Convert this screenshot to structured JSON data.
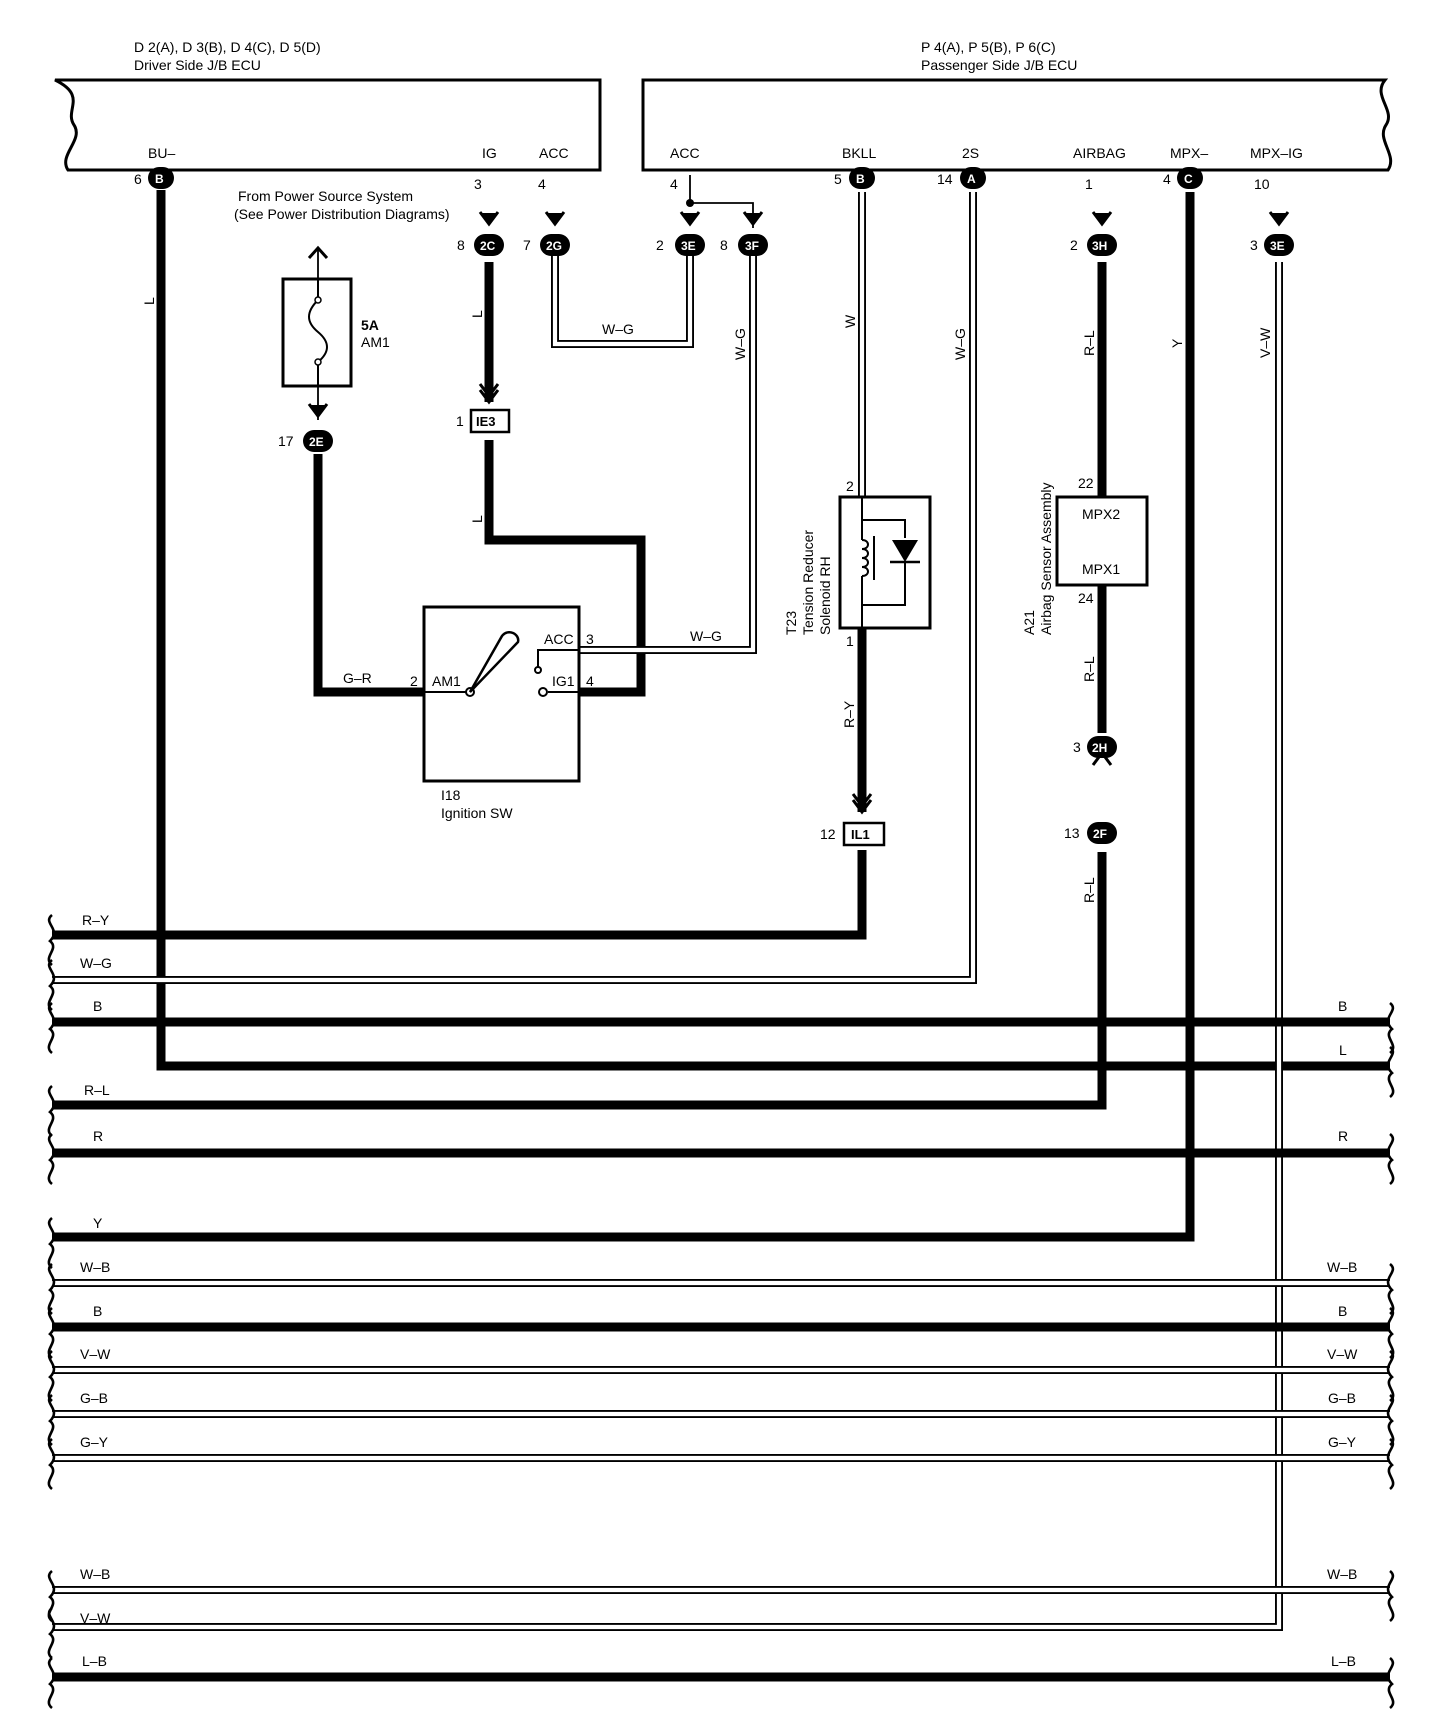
{
  "ecu_left": {
    "codes": "D 2(A), D 3(B), D 4(C), D 5(D)",
    "name": "Driver Side J/B ECU",
    "terminals": [
      "BU–",
      "IG",
      "ACC"
    ]
  },
  "ecu_right": {
    "codes": "P 4(A), P 5(B), P 6(C)",
    "name": "Passenger Side J/B ECU",
    "terminals": [
      "ACC",
      "BKLL",
      "2S",
      "AIRBAG",
      "MPX–",
      "MPX–IG"
    ]
  },
  "power_source": {
    "line1": "From Power Source System",
    "line2": "(See Power Distribution Diagrams)"
  },
  "fuse": {
    "rating": "5A",
    "name": "AM1"
  },
  "ignition_switch": {
    "code": "I18",
    "name": "Ignition SW",
    "terminals": [
      "AM1",
      "IG1",
      "ACC"
    ]
  },
  "solenoid": {
    "code": "T23",
    "line1": "Tension Reducer",
    "line2": "Solenoid RH"
  },
  "airbag_sensor": {
    "code": "A21",
    "name": "Airbag Sensor Assembly",
    "terminals": [
      "MPX2",
      "MPX1"
    ]
  },
  "connectors": {
    "bu_b": "B",
    "ig_2c": "2C",
    "acc_2g": "2G",
    "acc_3e": "3E",
    "acc_3f": "3F",
    "bkll_b": "B",
    "s2_a": "A",
    "airbag_3h": "3H",
    "mpx_c": "C",
    "mpxig_3e": "3E",
    "fuse_2e": "2E",
    "ie3": "IE3",
    "il1": "IL1",
    "j2h": "2H",
    "j2f": "2F"
  },
  "pins": {
    "bu": "6",
    "ig": "3",
    "ig2c": "8",
    "acc": "4",
    "acc2g": "7",
    "racc": "4",
    "acc3e": "2",
    "acc3f": "8",
    "bkll": "5",
    "s2": "14",
    "airbag": "1",
    "airbag3h": "2",
    "mpx": "4",
    "mpxig": "10",
    "mpxig3e": "3",
    "fuse2e": "17",
    "ie3": "1",
    "sw_am1": "2",
    "sw_acc": "3",
    "sw_ig1": "4",
    "sol_top": "2",
    "sol_bot": "1",
    "il1": "12",
    "ab22": "22",
    "ab24": "24",
    "j2h": "3",
    "j2f": "13"
  },
  "wire_labels": {
    "bu": "L",
    "ig_upper": "L",
    "ig_lower": "L",
    "acc_h": "W–G",
    "acc3f_v": "W–G",
    "sw_acc_h": "W–G",
    "sw_am1": "G–R",
    "bkll": "W",
    "s2": "W–G",
    "airbag": "R–L",
    "ab_lower": "R–L",
    "ab_bottom": "R–L",
    "mpx": "Y",
    "mpxig": "V–W",
    "sol_bot": "R–Y"
  },
  "bus": [
    {
      "left": "R–Y",
      "right": ""
    },
    {
      "left": "W–G",
      "right": ""
    },
    {
      "left": "B",
      "right": "B"
    },
    {
      "left": "",
      "right": "L"
    },
    {
      "left": "R–L",
      "right": ""
    },
    {
      "left": "R",
      "right": "R"
    },
    {
      "left": "Y",
      "right": ""
    },
    {
      "left": "W–B",
      "right": "W–B"
    },
    {
      "left": "B",
      "right": "B"
    },
    {
      "left": "V–W",
      "right": "V–W"
    },
    {
      "left": "G–B",
      "right": "G–B"
    },
    {
      "left": "G–Y",
      "right": "G–Y"
    },
    {
      "left": "W–B",
      "right": "W–B"
    },
    {
      "left": "V–W",
      "right": ""
    },
    {
      "left": "L–B",
      "right": "L–B"
    }
  ]
}
